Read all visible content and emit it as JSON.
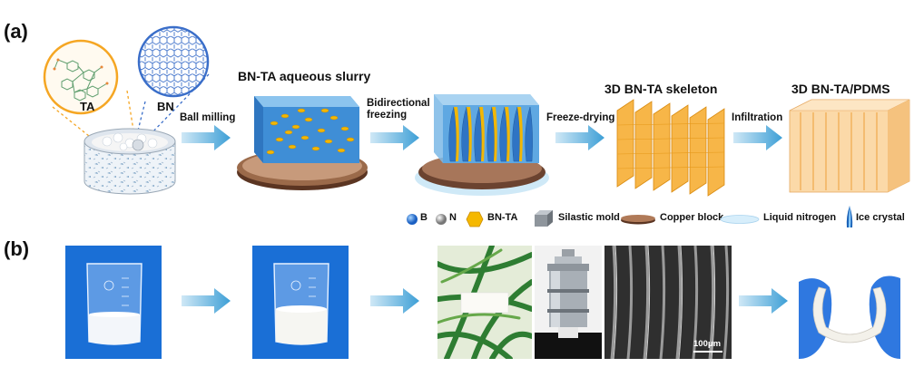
{
  "panel_a": {
    "label": "(a)",
    "ta_label": "TA",
    "bn_label": "BN",
    "steps": [
      {
        "id": "ball",
        "lines": [
          "Ball milling"
        ]
      },
      {
        "id": "bidir",
        "lines": [
          "Bidirectional",
          "freezing"
        ]
      },
      {
        "id": "freeze",
        "lines": [
          "Freeze-drying"
        ]
      },
      {
        "id": "infil",
        "lines": [
          "Infiltration"
        ]
      }
    ],
    "titles": {
      "slurry": "BN-TA aqueous slurry",
      "skeleton": "3D BN-TA skeleton",
      "composite": "3D BN-TA/PDMS"
    },
    "legend": {
      "b": "B",
      "n": "N",
      "bnta": "BN-TA",
      "mold": "Silastic mold",
      "copper": "Copper block",
      "nitrogen": "Liquid nitrogen",
      "ice": "Ice crystal"
    }
  },
  "panel_b": {
    "label": "(b)",
    "scale_bar": "100μm"
  },
  "colors": {
    "arrow": "#4aa8d8",
    "orange": "#f5a623",
    "blue_bg": "#1f6fd6",
    "copper": "#7a4a2e",
    "ice_blue": "#3b8fd0"
  }
}
